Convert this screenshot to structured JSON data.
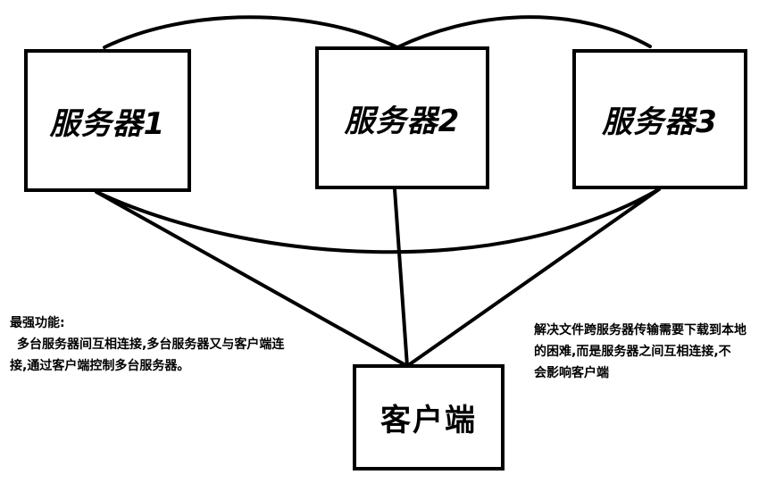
{
  "nodes": {
    "server1": "服务器1",
    "server2": "服务器2",
    "server3": "服务器3",
    "client": "客户端"
  },
  "notes": {
    "left": {
      "title": "最强功能:",
      "lines": [
        "多台服务器间互相连接,多台服务器又与客户端连",
        "接,通过客户端控制多台服务器。"
      ]
    },
    "right": {
      "lines": [
        "解决文件跨服务器传输需要下载到本地",
        "的困难,而是服务器之间互相连接,不",
        "会影响客户端"
      ]
    }
  }
}
